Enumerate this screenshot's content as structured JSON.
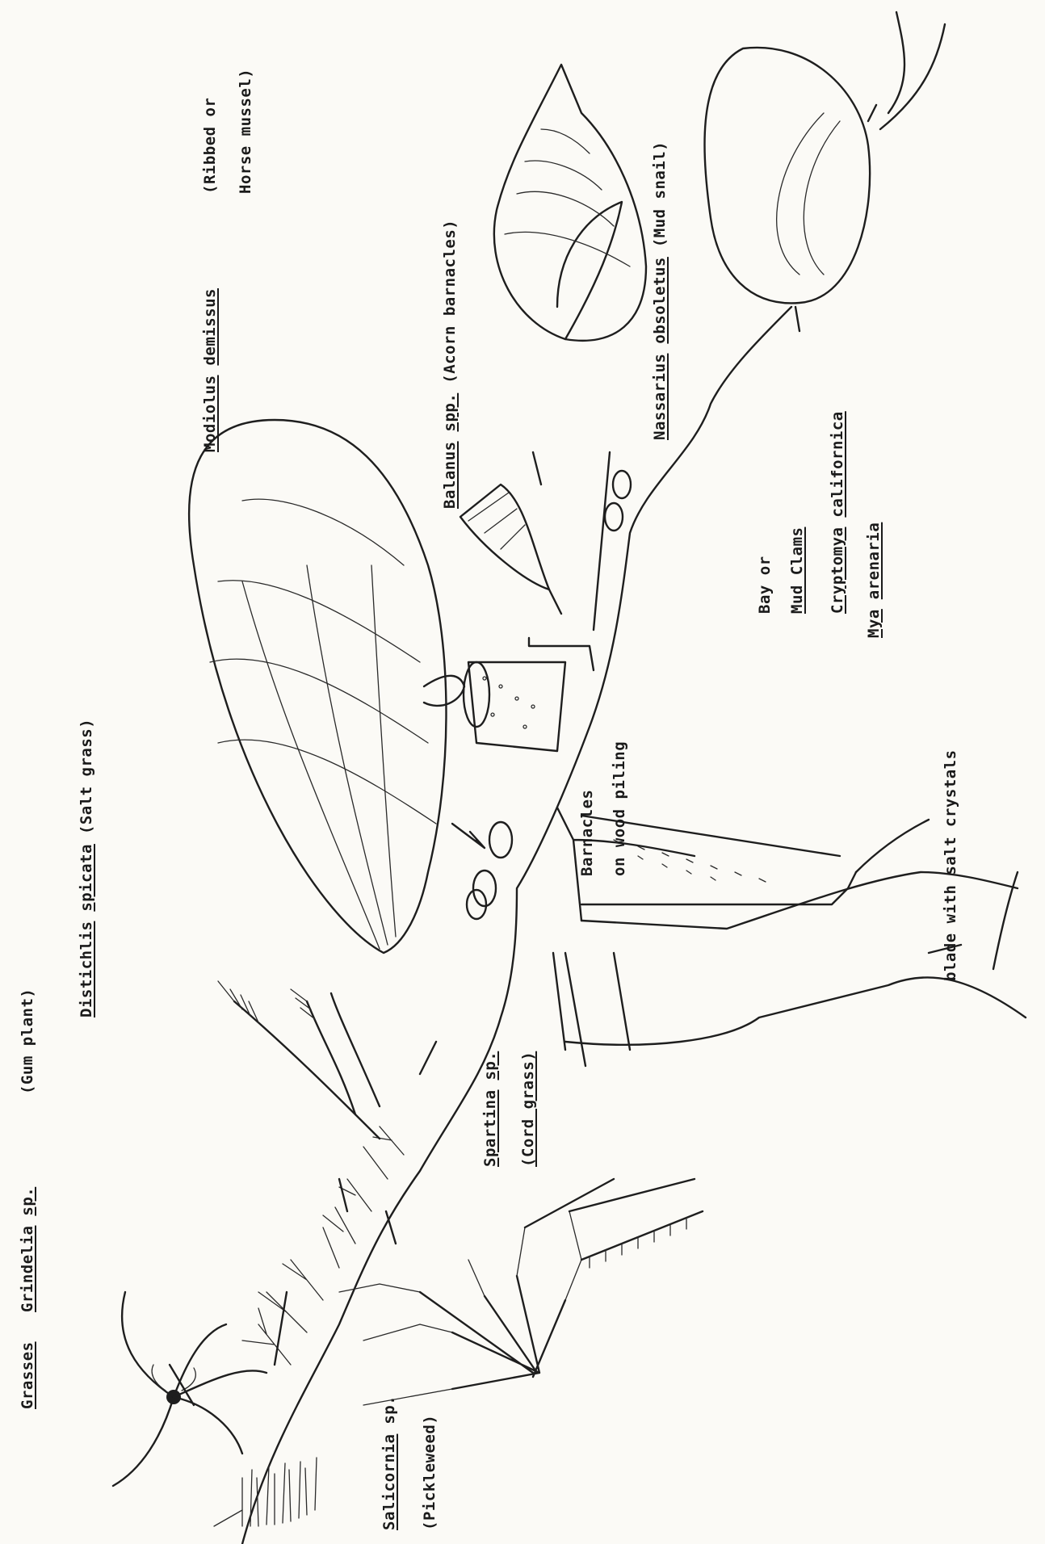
{
  "labels": {
    "grasses": "Grasses",
    "grindelia_genus": "Grindelia",
    "grindelia_rest": "sp.",
    "grindelia_common": "(Gum plant)",
    "salicornia_genus": "Salicornia",
    "salicornia_rest": "sp.",
    "salicornia_common": "(Pickleweed)",
    "distichlis_genus": "Distichlis",
    "distichlis_species": "spicata",
    "distichlis_common": "(Salt grass)",
    "spartina_genus": "Spartina",
    "spartina_rest": "sp.",
    "spartina_common": "(Cord grass)",
    "blade_note": "blade with salt crystals",
    "barnacles_line1": "Barnacles",
    "barnacles_line2": "on wood piling",
    "modiolus_genus": "Modiolus",
    "modiolus_species": "demissus",
    "modiolus_common_1": "(Ribbed or",
    "modiolus_common_2": "Horse mussel)",
    "balanus_genus": "Balanus",
    "balanus_species": "spp.",
    "balanus_common": "(Acorn barnacles)",
    "nassarius_genus": "Nassarius",
    "nassarius_species": "obsoletus",
    "nassarius_common": "(Mud snail)",
    "clams_line1": "Bay or",
    "clams_line2": "Mud Clams",
    "cryptomya_genus": "Cryptomya",
    "cryptomya_species": "californica",
    "mya_genus": "Mya",
    "mya_species": "arenaria"
  }
}
